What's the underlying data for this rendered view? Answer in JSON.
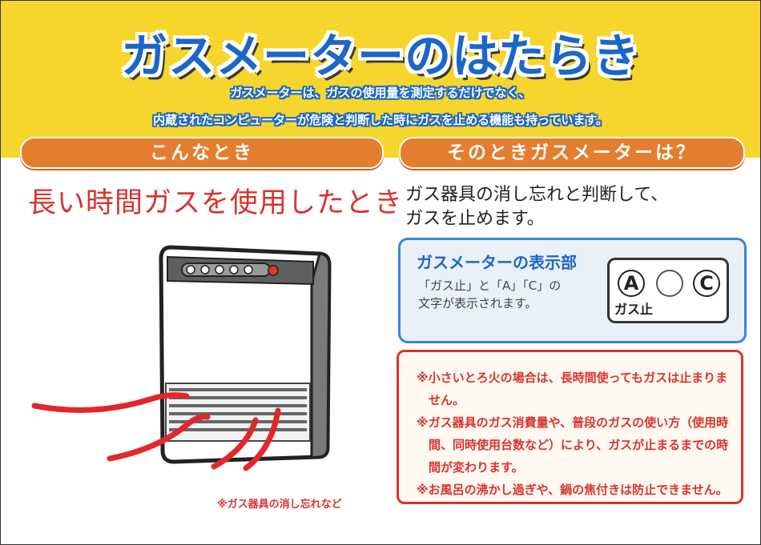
{
  "header": {
    "title": "ガスメーターのはたらき",
    "subtitle_line1": "ガスメーターは、ガスの使用量を測定するだけでなく、",
    "subtitle_line2": "内蔵されたコンピューターが危険と判断した時にガスを止める機能も持っています。"
  },
  "left": {
    "pill": "こんなとき",
    "situation": "長い時間ガスを使用したとき",
    "illustration_icon": "gas-heater",
    "note": "※ガス器具の消し忘れなど"
  },
  "right": {
    "pill": "そのときガスメーターは？",
    "result_line1": "ガス器具の消し忘れと判断して、",
    "result_line2": "ガスを止めます。",
    "display": {
      "title": "ガスメーターの表示部",
      "desc_line1": "「ガス止」と「A」「C」の",
      "desc_line2": "文字が表示されます。",
      "indicator_a": "A",
      "indicator_c": "C",
      "indicator_label": "ガス止"
    },
    "notes": [
      "※小さいとろ火の場合は、長時間使ってもガスは止まりません。",
      "※ガス器具のガス消費量や、普段のガスの使い方（使用時間、同時使用台数など）により、ガスが止まるまでの時間が変わります。",
      "※お風呂の沸かし過ぎや、鍋の焦付きは防止できません。"
    ]
  },
  "colors": {
    "band": "#f6d62c",
    "title_blue": "#1b66c9",
    "pill_orange": "#e57d2f",
    "alert_red": "#d9332f",
    "box_blue_border": "#3a86d8"
  }
}
